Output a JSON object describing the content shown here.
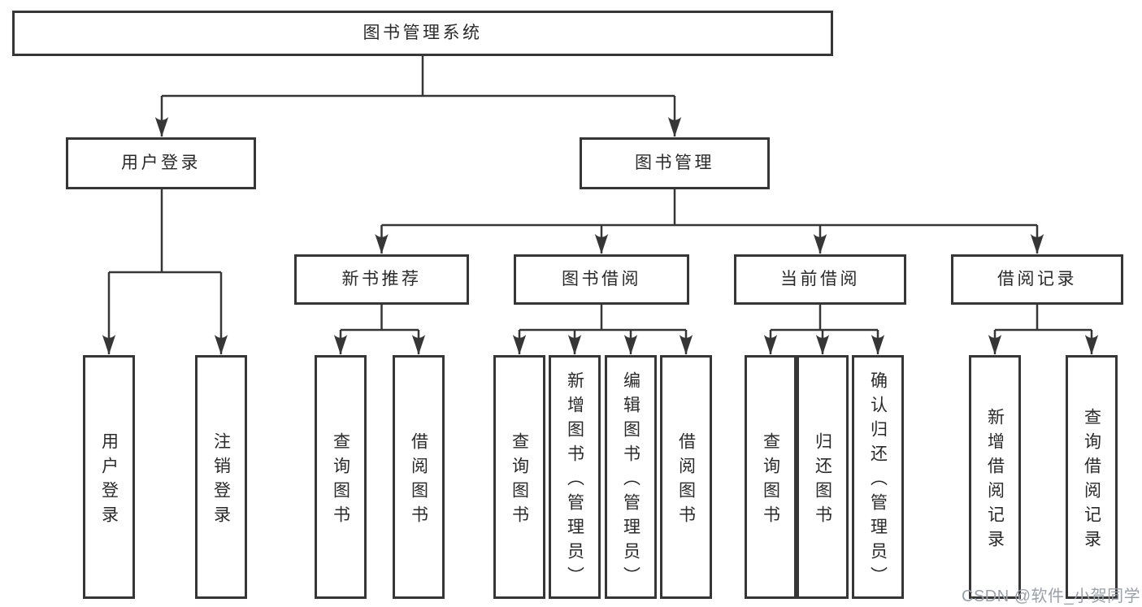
{
  "diagram": {
    "title": "图书管理系统",
    "tree": {
      "label": "图书管理系统",
      "children": [
        {
          "label": "用户登录",
          "children": [
            {
              "label": "用户登录"
            },
            {
              "label": "注销登录"
            }
          ]
        },
        {
          "label": "图书管理",
          "children": [
            {
              "label": "新书推荐",
              "children": [
                {
                  "label": "查询图书"
                },
                {
                  "label": "借阅图书"
                }
              ]
            },
            {
              "label": "图书借阅",
              "children": [
                {
                  "label": "查询图书"
                },
                {
                  "label": "新增图书（管理员）"
                },
                {
                  "label": "编辑图书（管理员）"
                },
                {
                  "label": "借阅图书"
                }
              ]
            },
            {
              "label": "当前借阅",
              "children": [
                {
                  "label": "查询图书"
                },
                {
                  "label": "归还图书"
                },
                {
                  "label": "确认归还（管理员）"
                }
              ]
            },
            {
              "label": "借阅记录",
              "children": [
                {
                  "label": "新增借阅记录"
                },
                {
                  "label": "查询借阅记录"
                }
              ]
            }
          ]
        }
      ]
    }
  },
  "watermark": {
    "text": "CSDN @软件_小贺同学",
    "color": "#9aa1a9"
  },
  "colors": {
    "background": "#ffffff",
    "box_fill": "#ffffff",
    "box_border": "#363636",
    "connector": "#363636",
    "text": "#2a2a2a"
  }
}
